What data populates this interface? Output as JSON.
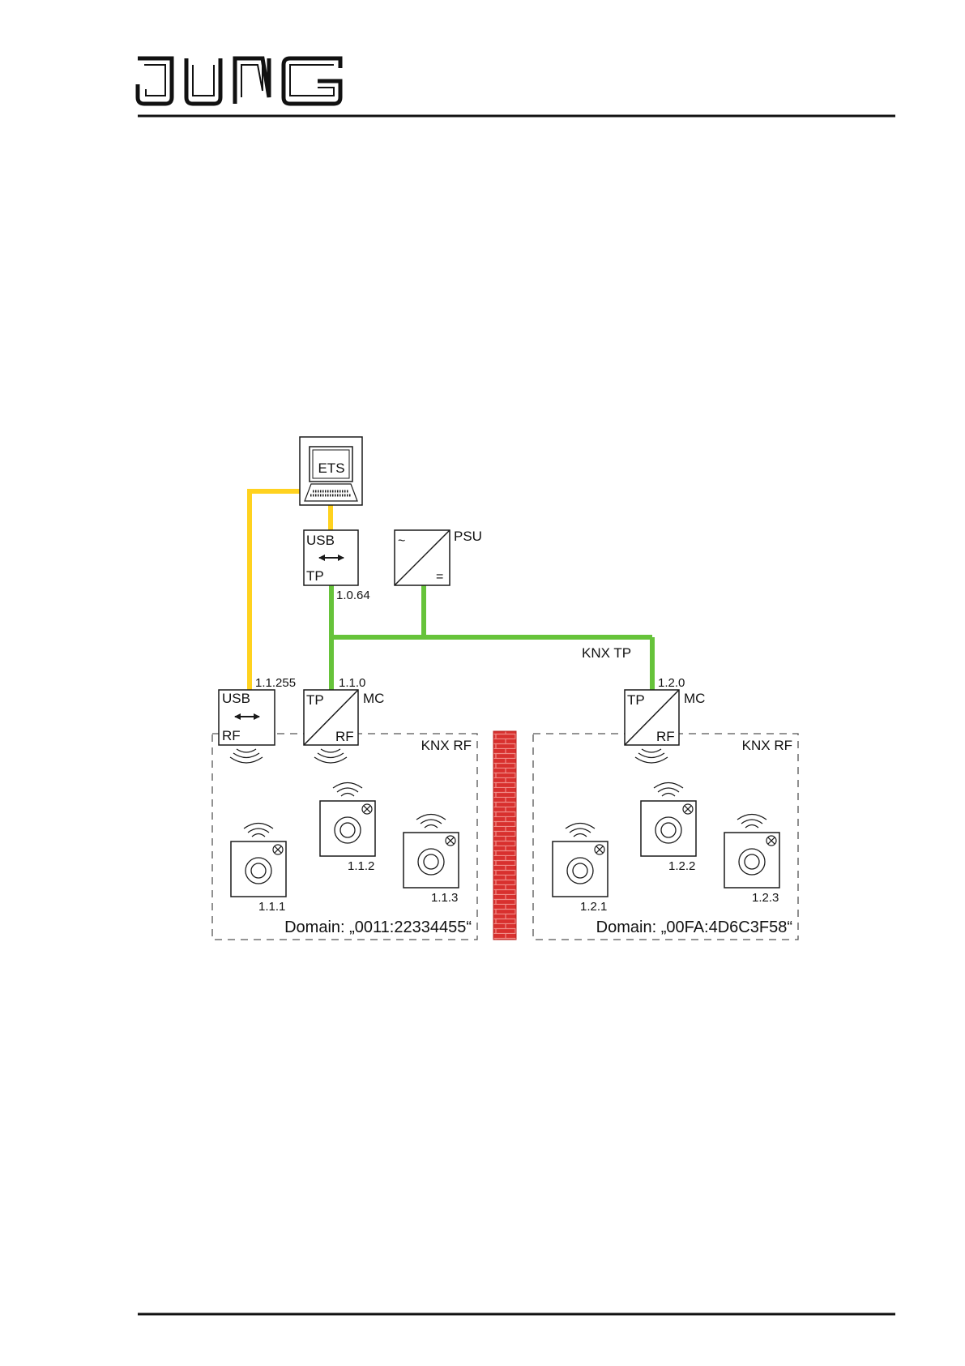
{
  "header": {
    "brand": "JUNG"
  },
  "colors": {
    "usb_line": "#FFD21F",
    "tp_line": "#66C33A",
    "firewall": "#D8302E",
    "firewall_mortar": "#F08A86",
    "stroke": "#1A1A1A",
    "dash": "#555555"
  },
  "diagram": {
    "ets": {
      "label": "ETS"
    },
    "usb_tp": {
      "top": "USB",
      "bottom": "TP",
      "address": "1.0.64"
    },
    "psu": {
      "label": "PSU",
      "ac": "~",
      "dc": "="
    },
    "bus_label": "KNX TP",
    "usb_rf": {
      "top": "USB",
      "bottom": "RF",
      "address": "1.1.255"
    },
    "coupler_left": {
      "top": "TP",
      "bottom": "RF",
      "side": "MC",
      "address": "1.1.0"
    },
    "coupler_right": {
      "top": "TP",
      "bottom": "RF",
      "side": "MC",
      "address": "1.2.0"
    },
    "domain_left": {
      "zone_label": "KNX RF",
      "domain": "Domain: „0011:22334455“",
      "devices": [
        "1.1.1",
        "1.1.2",
        "1.1.3"
      ]
    },
    "domain_right": {
      "zone_label": "KNX RF",
      "domain": "Domain: „00FA:4D6C3F58“",
      "devices": [
        "1.2.1",
        "1.2.2",
        "1.2.3"
      ]
    }
  }
}
